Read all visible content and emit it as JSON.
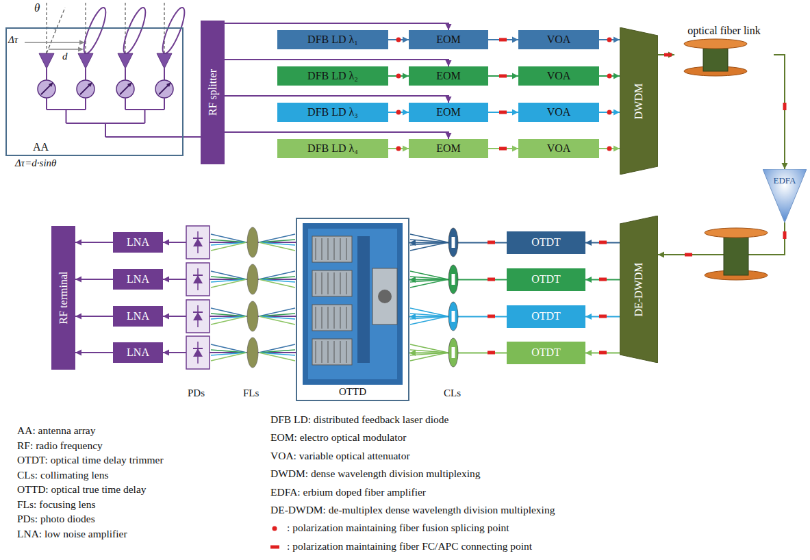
{
  "diagram": {
    "nodes": [
      {
        "text": [
          "AA"
        ]
      },
      {
        "text": [
          "RF splitter"
        ]
      },
      {
        "text": [
          "DFB LD λ₁"
        ]
      },
      {
        "text": [
          "EOM"
        ]
      },
      {
        "text": [
          "VOA"
        ]
      },
      {
        "text": [
          "DFB LD λ₂"
        ]
      },
      {
        "text": [
          "EOM"
        ]
      },
      {
        "text": [
          "VOA"
        ]
      },
      {
        "text": [
          "DFB LD λ₃"
        ]
      },
      {
        "text": [
          "EOM"
        ]
      },
      {
        "text": [
          "VOA"
        ]
      },
      {
        "text": [
          "DFB LD λ₄"
        ]
      },
      {
        "text": [
          "EOM"
        ]
      },
      {
        "text": [
          "VOA"
        ]
      },
      {
        "text": [
          "DWDM"
        ]
      },
      {
        "text": [
          "optical fiber link"
        ]
      },
      {
        "text": [
          "EDFA"
        ]
      },
      {
        "text": [
          "DE-DWDM"
        ]
      },
      {
        "text": [
          "OTDT"
        ]
      },
      {
        "text": [
          "OTDT"
        ]
      },
      {
        "text": [
          "OTDT"
        ]
      },
      {
        "text": [
          "OTDT"
        ]
      },
      {
        "text": [
          "OTTD"
        ]
      },
      {
        "text": [
          "LNA"
        ]
      },
      {
        "text": [
          "LNA"
        ]
      },
      {
        "text": [
          "LNA"
        ]
      },
      {
        "text": [
          "LNA"
        ]
      },
      {
        "text": [
          "RF terminal"
        ]
      }
    ],
    "edges": [
      {
        "from": 0,
        "to": 1,
        "arrow": "none"
      },
      {
        "from": 1,
        "to": 3,
        "arrow": "to"
      },
      {
        "from": 1,
        "to": 6,
        "arrow": "to"
      },
      {
        "from": 1,
        "to": 9,
        "arrow": "to"
      },
      {
        "from": 1,
        "to": 12,
        "arrow": "to"
      },
      {
        "from": 2,
        "to": 3,
        "arrow": "to"
      },
      {
        "from": 3,
        "to": 4,
        "arrow": "to"
      },
      {
        "from": 4,
        "to": 14,
        "arrow": "to"
      },
      {
        "from": 5,
        "to": 6,
        "arrow": "to"
      },
      {
        "from": 6,
        "to": 7,
        "arrow": "to"
      },
      {
        "from": 7,
        "to": 14,
        "arrow": "to"
      },
      {
        "from": 8,
        "to": 9,
        "arrow": "to"
      },
      {
        "from": 9,
        "to": 10,
        "arrow": "to"
      },
      {
        "from": 10,
        "to": 14,
        "arrow": "to"
      },
      {
        "from": 11,
        "to": 12,
        "arrow": "to"
      },
      {
        "from": 12,
        "to": 13,
        "arrow": "to"
      },
      {
        "from": 13,
        "to": 14,
        "arrow": "to"
      },
      {
        "from": 14,
        "to": 15,
        "arrow": "to"
      },
      {
        "from": 15,
        "to": 16,
        "arrow": "to"
      },
      {
        "from": 16,
        "to": 17,
        "arrow": "to"
      },
      {
        "from": 17,
        "to": 18,
        "arrow": "to"
      },
      {
        "from": 17,
        "to": 19,
        "arrow": "to"
      },
      {
        "from": 17,
        "to": 20,
        "arrow": "to"
      },
      {
        "from": 17,
        "to": 21,
        "arrow": "to"
      },
      {
        "from": 18,
        "to": 22,
        "arrow": "to"
      },
      {
        "from": 19,
        "to": 22,
        "arrow": "to"
      },
      {
        "from": 20,
        "to": 22,
        "arrow": "to"
      },
      {
        "from": 21,
        "to": 22,
        "arrow": "to"
      },
      {
        "from": 22,
        "to": 23,
        "arrow": "to"
      },
      {
        "from": 22,
        "to": 24,
        "arrow": "to"
      },
      {
        "from": 22,
        "to": 25,
        "arrow": "to"
      },
      {
        "from": 22,
        "to": 26,
        "arrow": "to"
      },
      {
        "from": 23,
        "to": 27,
        "arrow": "to"
      },
      {
        "from": 24,
        "to": 27,
        "arrow": "to"
      },
      {
        "from": 25,
        "to": 27,
        "arrow": "to"
      },
      {
        "from": 26,
        "to": 27,
        "arrow": "to"
      }
    ],
    "labels": [
      "θ",
      "Δτ",
      "d",
      "Δτ=d·sinθ",
      "PDs",
      "FLs",
      "CLs"
    ],
    "legend": [
      {
        "text": "AA: antenna array"
      },
      {
        "text": "RF: radio frequency"
      },
      {
        "text": "OTDT: optical time delay trimmer"
      },
      {
        "text": "CLs: collimating lens"
      },
      {
        "text": "OTTD: optical true time delay"
      },
      {
        "text": "FLs: focusing lens"
      },
      {
        "text": "PDs: photo diodes"
      },
      {
        "text": "LNA: low noise amplifier"
      },
      {
        "text": "DFB LD: distributed feedback laser diode"
      },
      {
        "text": "EOM: electro optical modulator"
      },
      {
        "text": "VOA: variable optical attenuator"
      },
      {
        "text": "DWDM: dense wavelength division multiplexing"
      },
      {
        "text": "EDFA: erbium doped fiber amplifier"
      },
      {
        "text": "DE-DWDM: de-multiplex dense wavelength division multiplexing"
      },
      {
        "text": ": polarization maintaining fiber fusion splicing point"
      },
      {
        "text": ": polarization maintaining fiber FC/APC connecting point"
      }
    ]
  }
}
